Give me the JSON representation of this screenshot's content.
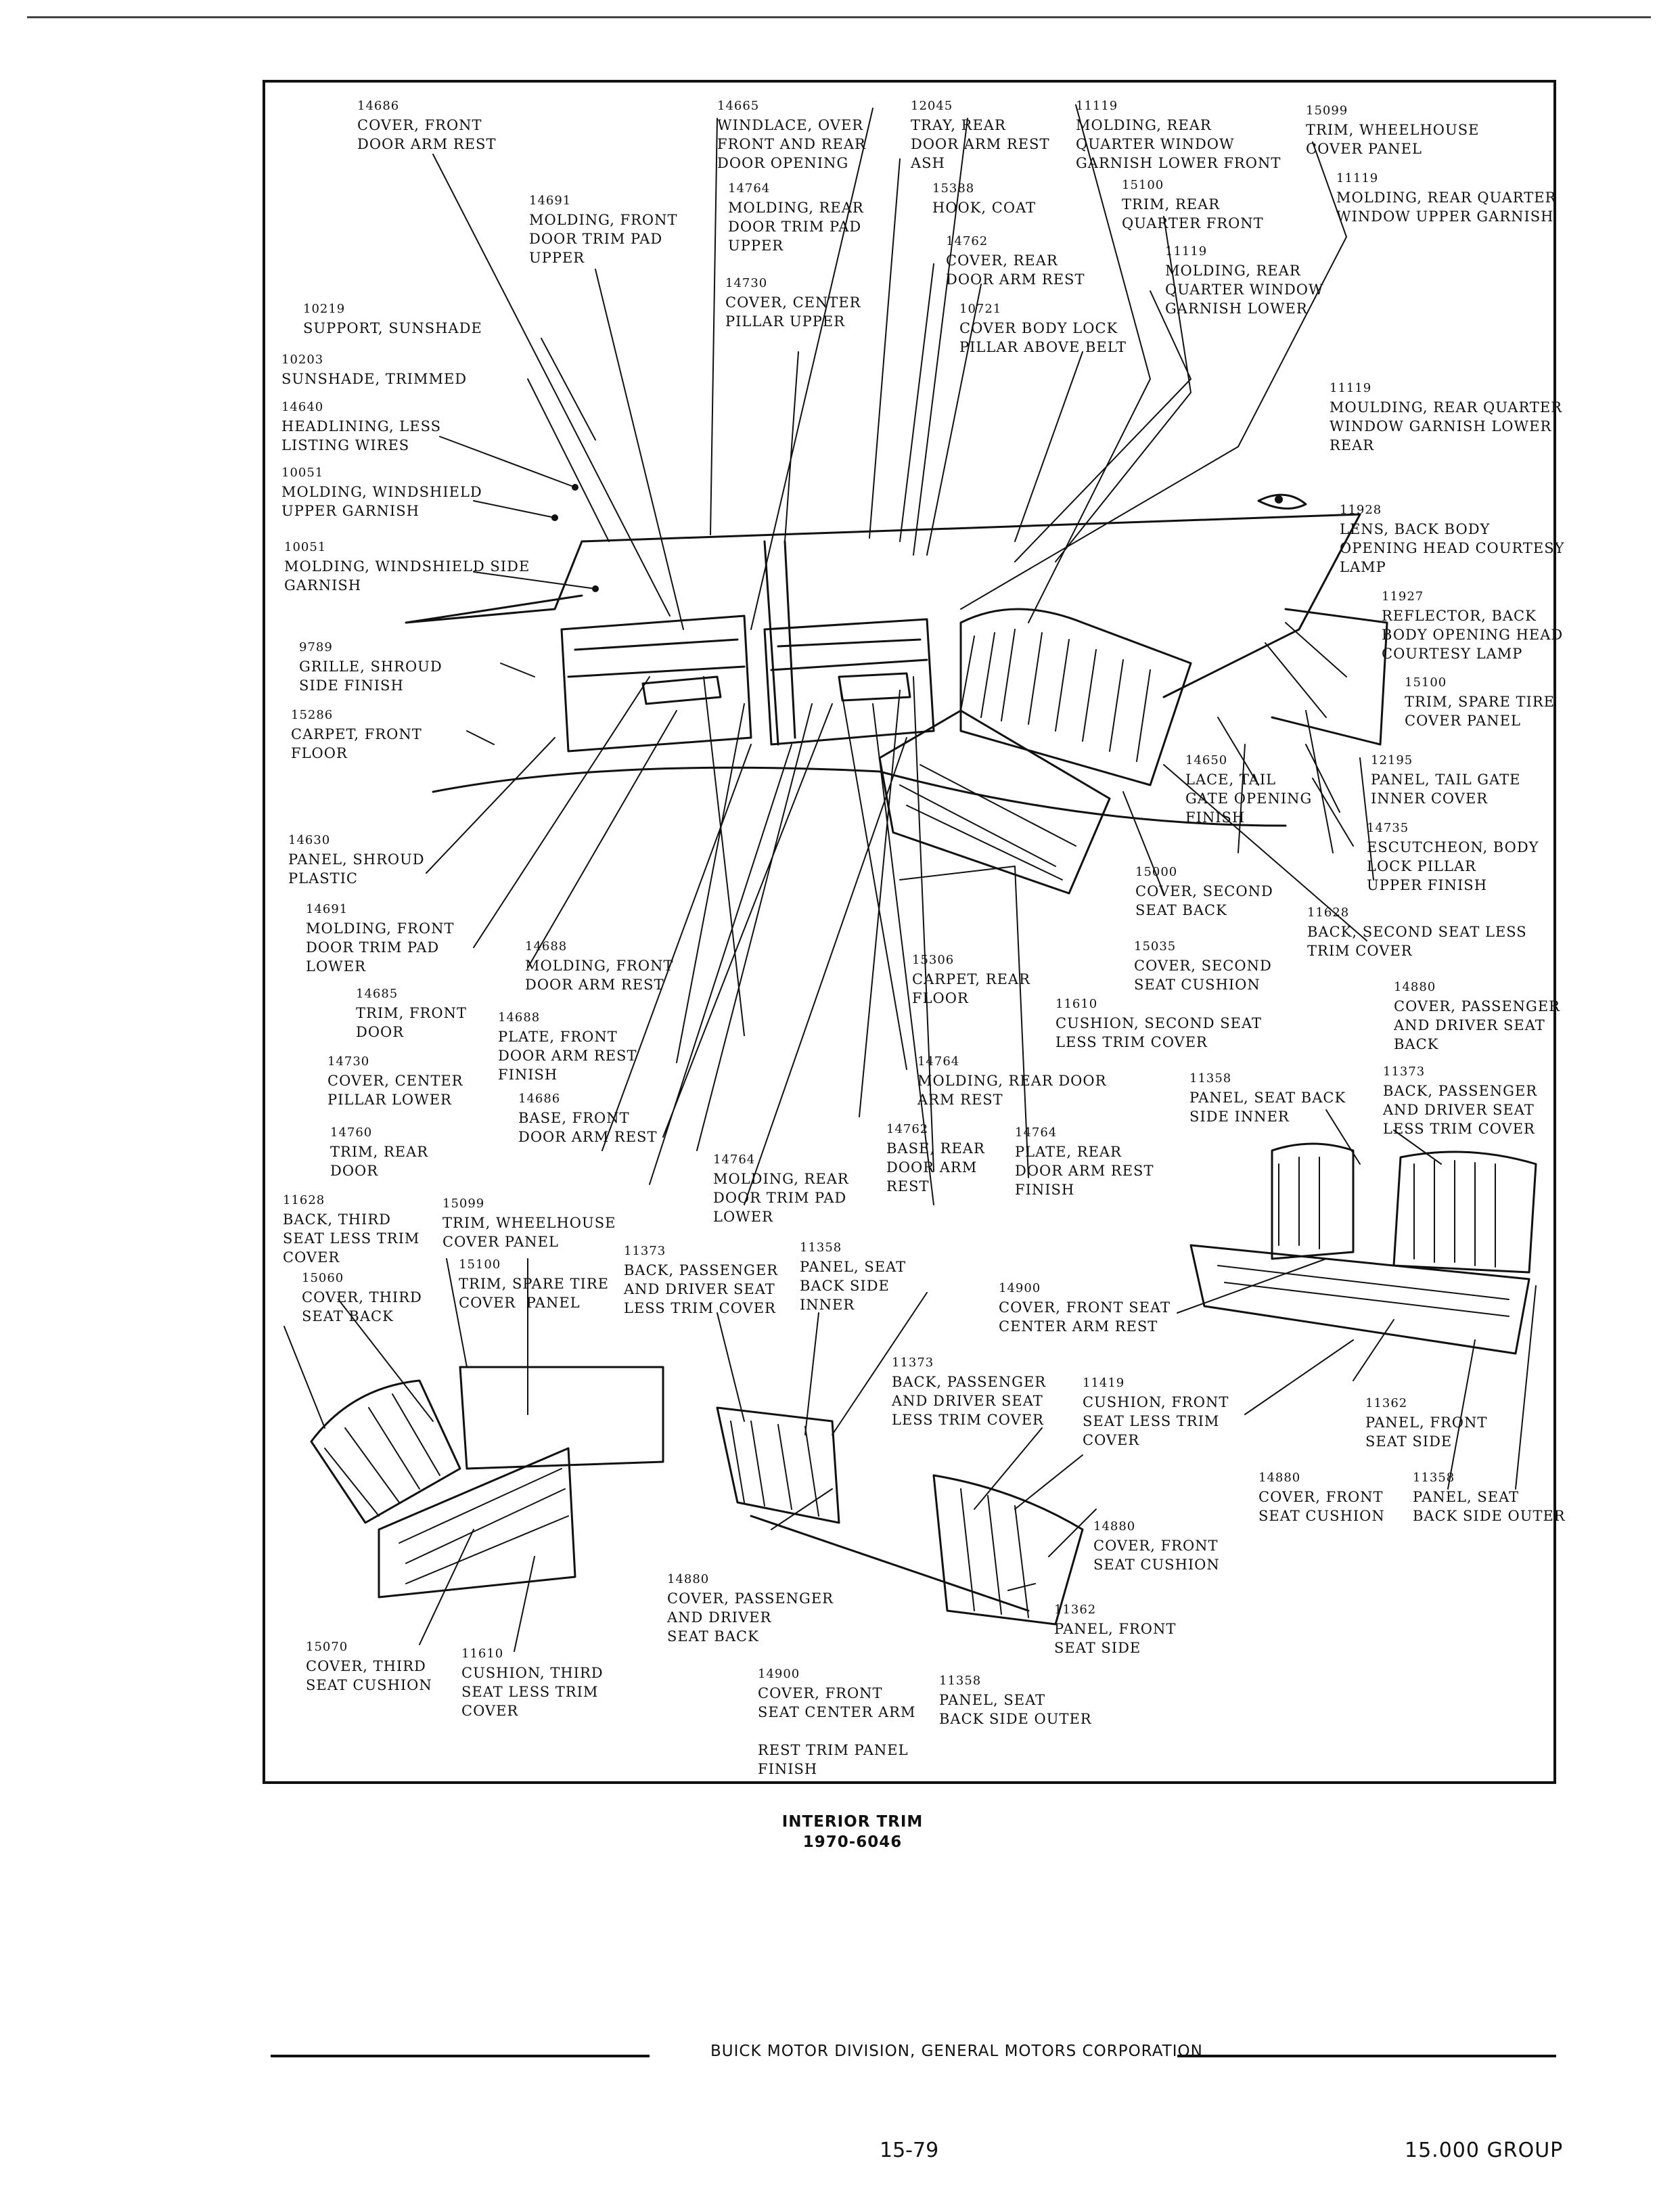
{
  "caption": {
    "title": "INTERIOR TRIM",
    "code": "1970-6046"
  },
  "footer": {
    "organization": "BUICK MOTOR DIVISION, GENERAL MOTORS CORPORATION",
    "page": "15-79",
    "group": "15.000 GROUP"
  },
  "callouts": [
    {
      "number": "14686",
      "text": "COVER, FRONT\nDOOR ARM REST"
    },
    {
      "number": "14665",
      "text": "WINDLACE, OVER\nFRONT AND REAR\nDOOR OPENING"
    },
    {
      "number": "12045",
      "text": "TRAY, REAR\nDOOR ARM REST\nASH"
    },
    {
      "number": "11119",
      "text": "MOLDING, REAR\nQUARTER WINDOW\nGARNISH LOWER FRONT"
    },
    {
      "number": "15099",
      "text": "TRIM, WHEELHOUSE\nCOVER PANEL"
    },
    {
      "number": "11119",
      "text": "MOLDING, REAR QUARTER\nWINDOW UPPER GARNISH"
    },
    {
      "number": "14691",
      "text": "MOLDING, FRONT\nDOOR TRIM PAD\nUPPER"
    },
    {
      "number": "14764",
      "text": "MOLDING, REAR\nDOOR TRIM PAD\nUPPER"
    },
    {
      "number": "15388",
      "text": "HOOK, COAT"
    },
    {
      "number": "15100",
      "text": "TRIM, REAR\nQUARTER FRONT"
    },
    {
      "number": "14762",
      "text": "COVER, REAR\nDOOR ARM REST"
    },
    {
      "number": "11119",
      "text": "MOLDING, REAR\nQUARTER WINDOW\nGARNISH LOWER"
    },
    {
      "number": "14730",
      "text": "COVER, CENTER\nPILLAR UPPER"
    },
    {
      "number": "10721",
      "text": "COVER BODY LOCK\nPILLAR ABOVE BELT"
    },
    {
      "number": "10219",
      "text": "SUPPORT, SUNSHADE"
    },
    {
      "number": "10203",
      "text": "SUNSHADE, TRIMMED"
    },
    {
      "number": "14640",
      "text": "HEADLINING, LESS\nLISTING WIRES"
    },
    {
      "number": "11119",
      "text": "MOULDING, REAR QUARTER\nWINDOW GARNISH LOWER\nREAR"
    },
    {
      "number": "10051",
      "text": "MOLDING, WINDSHIELD\nUPPER GARNISH"
    },
    {
      "number": "11928",
      "text": "LENS, BACK BODY\nOPENING HEAD COURTESY\nLAMP"
    },
    {
      "number": "10051",
      "text": "MOLDING, WINDSHIELD SIDE\nGARNISH"
    },
    {
      "number": "11927",
      "text": "REFLECTOR, BACK\nBODY OPENING HEAD\nCOURTESY LAMP"
    },
    {
      "number": "9789",
      "text": "GRILLE, SHROUD\nSIDE FINISH"
    },
    {
      "number": "15100",
      "text": "TRIM, SPARE TIRE\nCOVER PANEL"
    },
    {
      "number": "15286",
      "text": "CARPET, FRONT\nFLOOR"
    },
    {
      "number": "12195",
      "text": "PANEL, TAIL GATE\nINNER COVER"
    },
    {
      "number": "14650",
      "text": "LACE, TAIL\nGATE OPENING\nFINISH"
    },
    {
      "number": "14735",
      "text": "ESCUTCHEON, BODY\nLOCK PILLAR\nUPPER FINISH"
    },
    {
      "number": "14630",
      "text": "PANEL, SHROUD\nPLASTIC"
    },
    {
      "number": "15000",
      "text": "COVER, SECOND\nSEAT BACK"
    },
    {
      "number": "11628",
      "text": "BACK, SECOND SEAT LESS\nTRIM COVER"
    },
    {
      "number": "14691",
      "text": "MOLDING, FRONT\nDOOR TRIM PAD\nLOWER"
    },
    {
      "number": "15306",
      "text": "CARPET, REAR\nFLOOR"
    },
    {
      "number": "15035",
      "text": "COVER, SECOND\nSEAT CUSHION"
    },
    {
      "number": "14688",
      "text": "MOLDING, FRONT\nDOOR ARM REST"
    },
    {
      "number": "14880",
      "text": "COVER, PASSENGER\nAND DRIVER SEAT\nBACK"
    },
    {
      "number": "14685",
      "text": "TRIM, FRONT\nDOOR"
    },
    {
      "number": "11610",
      "text": "CUSHION, SECOND SEAT\nLESS TRIM COVER"
    },
    {
      "number": "14688",
      "text": "PLATE, FRONT\nDOOR ARM REST\nFINISH"
    },
    {
      "number": "14730",
      "text": "COVER, CENTER\nPILLAR LOWER"
    },
    {
      "number": "14764",
      "text": "MOLDING, REAR DOOR\nARM REST"
    },
    {
      "number": "11358",
      "text": "PANEL, SEAT BACK\nSIDE INNER"
    },
    {
      "number": "11373",
      "text": "BACK, PASSENGER\nAND DRIVER SEAT\nLESS TRIM COVER"
    },
    {
      "number": "14686",
      "text": "BASE, FRONT\nDOOR ARM REST"
    },
    {
      "number": "14760",
      "text": "TRIM, REAR\nDOOR"
    },
    {
      "number": "14762",
      "text": "BASE, REAR\nDOOR ARM\nREST"
    },
    {
      "number": "14764",
      "text": "PLATE, REAR\nDOOR ARM REST\nFINISH"
    },
    {
      "number": "14764",
      "text": "MOLDING, REAR\nDOOR TRIM PAD\nLOWER"
    },
    {
      "number": "11628",
      "text": "BACK, THIRD\nSEAT LESS TRIM\nCOVER"
    },
    {
      "number": "15099",
      "text": "TRIM, WHEELHOUSE\nCOVER PANEL"
    },
    {
      "number": "11373",
      "text": "BACK, PASSENGER\nAND DRIVER SEAT\nLESS TRIM COVER"
    },
    {
      "number": "11358",
      "text": "PANEL, SEAT\nBACK SIDE\nINNER"
    },
    {
      "number": "15060",
      "text": "COVER, THIRD\nSEAT BACK"
    },
    {
      "number": "15100",
      "text": "TRIM, SPARE TIRE\nCOVER  PANEL"
    },
    {
      "number": "14900",
      "text": "COVER, FRONT SEAT\nCENTER ARM REST"
    },
    {
      "number": "11373",
      "text": "BACK, PASSENGER\nAND DRIVER SEAT\nLESS TRIM COVER"
    },
    {
      "number": "11419",
      "text": "CUSHION, FRONT\nSEAT LESS TRIM\nCOVER"
    },
    {
      "number": "11362",
      "text": "PANEL, FRONT\nSEAT SIDE"
    },
    {
      "number": "14880",
      "text": "COVER, FRONT\nSEAT CUSHION"
    },
    {
      "number": "11358",
      "text": "PANEL, SEAT\nBACK SIDE OUTER"
    },
    {
      "number": "14880",
      "text": "COVER, FRONT\nSEAT CUSHION"
    },
    {
      "number": "14880",
      "text": "COVER, PASSENGER\nAND DRIVER\nSEAT BACK"
    },
    {
      "number": "11362",
      "text": "PANEL, FRONT\nSEAT SIDE"
    },
    {
      "number": "15070",
      "text": "COVER, THIRD\nSEAT CUSHION"
    },
    {
      "number": "11610",
      "text": "CUSHION, THIRD\nSEAT LESS TRIM\nCOVER"
    },
    {
      "number": "14900",
      "text": "COVER, FRONT\nSEAT CENTER ARM\n\nREST TRIM PANEL\nFINISH"
    },
    {
      "number": "11358",
      "text": "PANEL, SEAT\nBACK SIDE OUTER"
    }
  ]
}
